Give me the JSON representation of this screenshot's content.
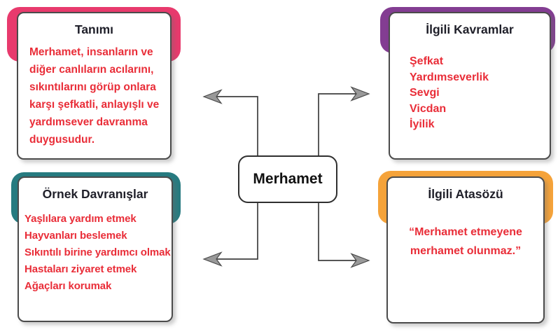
{
  "center": {
    "label": "Merhamet"
  },
  "cards": {
    "definition": {
      "title": "Tanımı",
      "body": "Merhamet, insanların ve diğer canlıların acılarını, sıkıntılarını görüp onlara karşı şefkatli, anlayışlı ve yardımsever davranma duygusudur.",
      "accent_color": "#e83a6d"
    },
    "concepts": {
      "title": "İlgili Kavramlar",
      "items": [
        "Şefkat",
        "Yardımseverlik",
        "Sevgi",
        "Vicdan",
        "İyilik"
      ],
      "accent_color": "#833d92"
    },
    "behaviors": {
      "title": "Örnek Davranışlar",
      "items": [
        "Yaşlılara yardım etmek",
        "Hayvanları beslemek",
        "Sıkıntılı birine yardımcı olmak",
        "Hastaları ziyaret etmek",
        "Ağaçları korumak"
      ],
      "accent_color": "#277b80"
    },
    "proverb": {
      "title": "İlgili Atasözü",
      "quote": "“Merhamet etmeyene merhamet olunmaz.”",
      "accent_color": "#f5a33a"
    }
  },
  "colors": {
    "body_text_red": "#e92d38",
    "heading_text": "#20202a",
    "connector_line": "#3e3e3e",
    "arrowhead_fill": "#999999",
    "card_border": "#4b4b4b"
  }
}
